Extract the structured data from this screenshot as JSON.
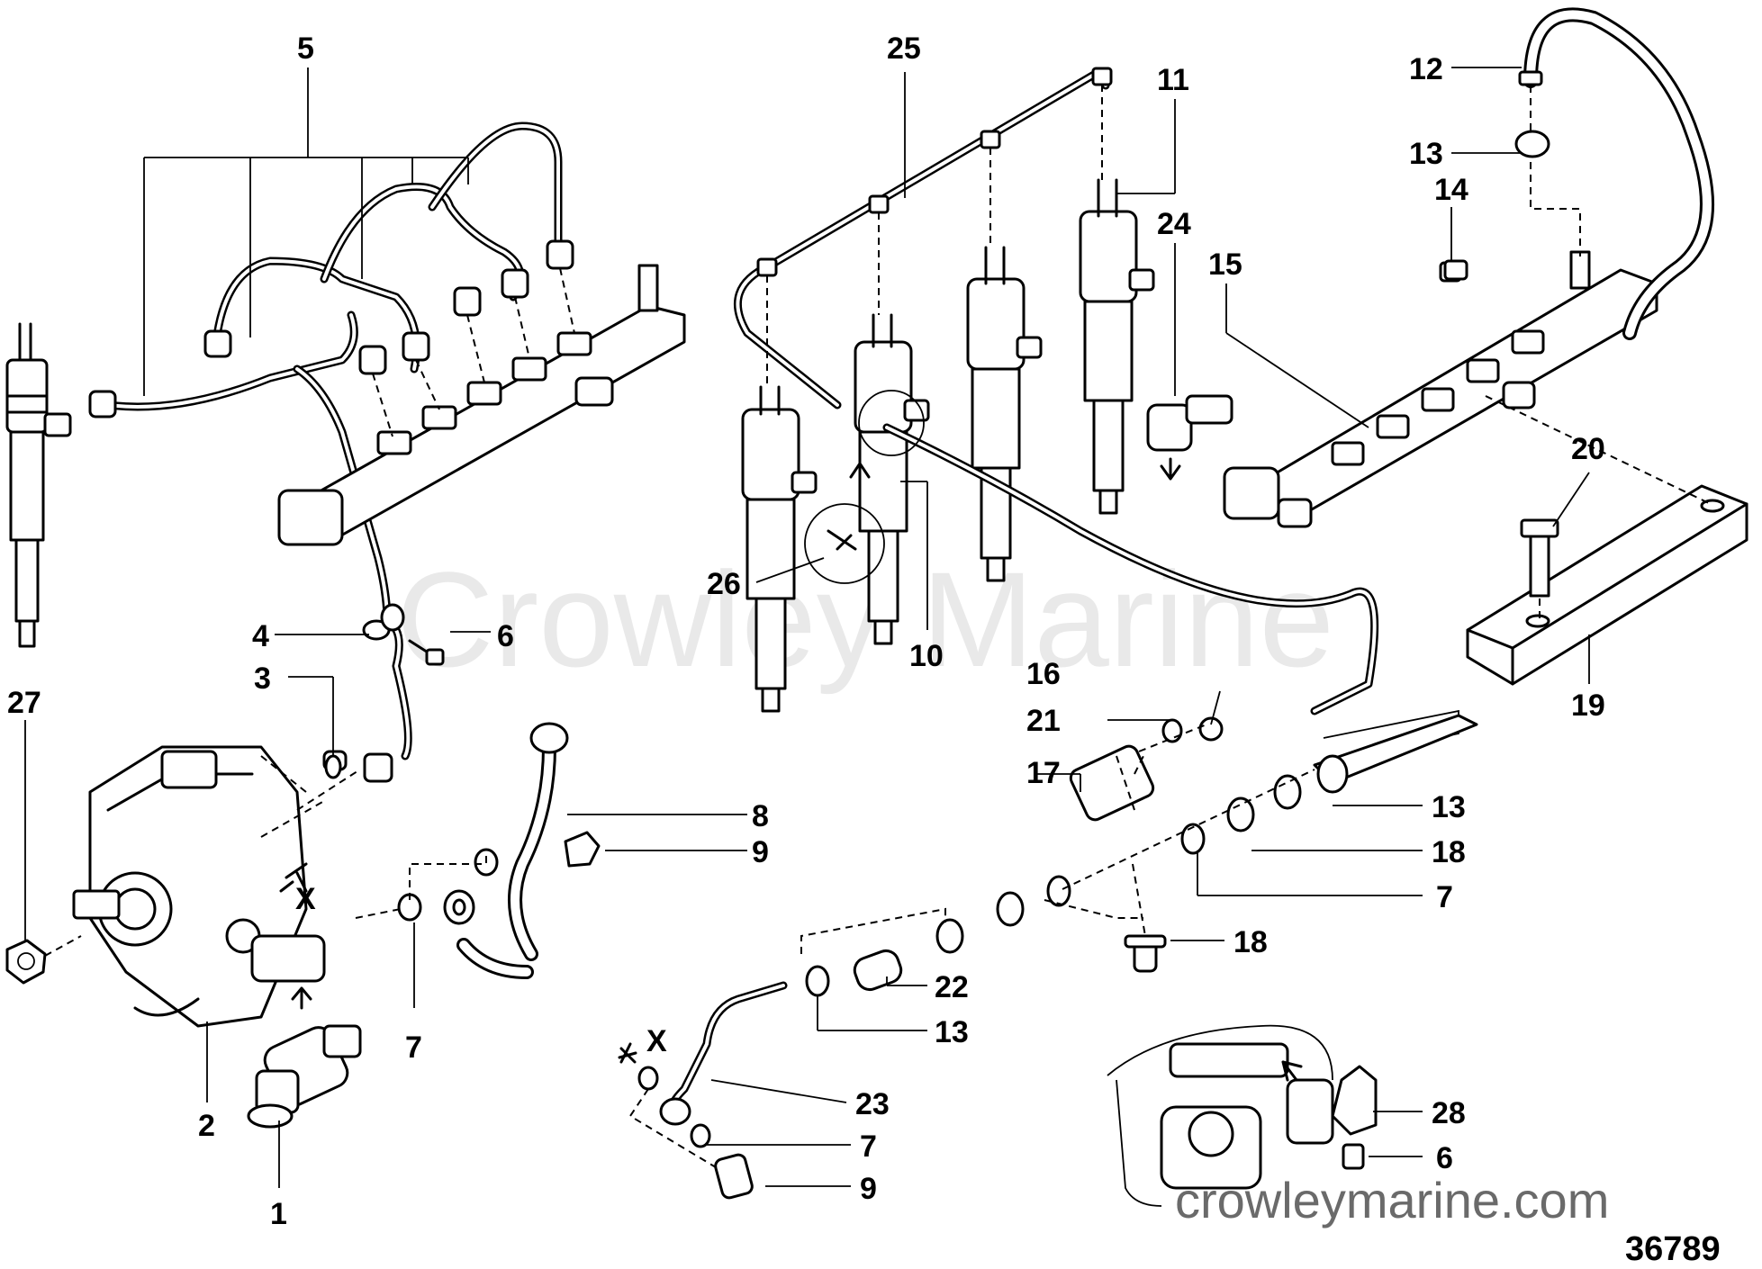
{
  "watermark": "Crowley Marine",
  "site_url": "crowleymarine.com",
  "figure_number": "36789",
  "callouts": {
    "c1": "1",
    "c2": "2",
    "c3": "3",
    "c4": "4",
    "c5": "5",
    "c6a": "6",
    "c6b": "6",
    "c7a": "7",
    "c7b": "7",
    "c7c": "7",
    "c8": "8",
    "c9a": "9",
    "c9b": "9",
    "c10": "10",
    "c11": "11",
    "c12": "12",
    "c13a": "13",
    "c13b": "13",
    "c13c": "13",
    "c14": "14",
    "c15": "15",
    "c16": "16",
    "c17": "17",
    "c18a": "18",
    "c18b": "18",
    "c19": "19",
    "c20": "20",
    "c21": "21",
    "c22": "22",
    "c23": "23",
    "c24": "24",
    "c25": "25",
    "c26": "26",
    "c27": "27",
    "c28": "28",
    "xa": "X",
    "xb": "X"
  }
}
